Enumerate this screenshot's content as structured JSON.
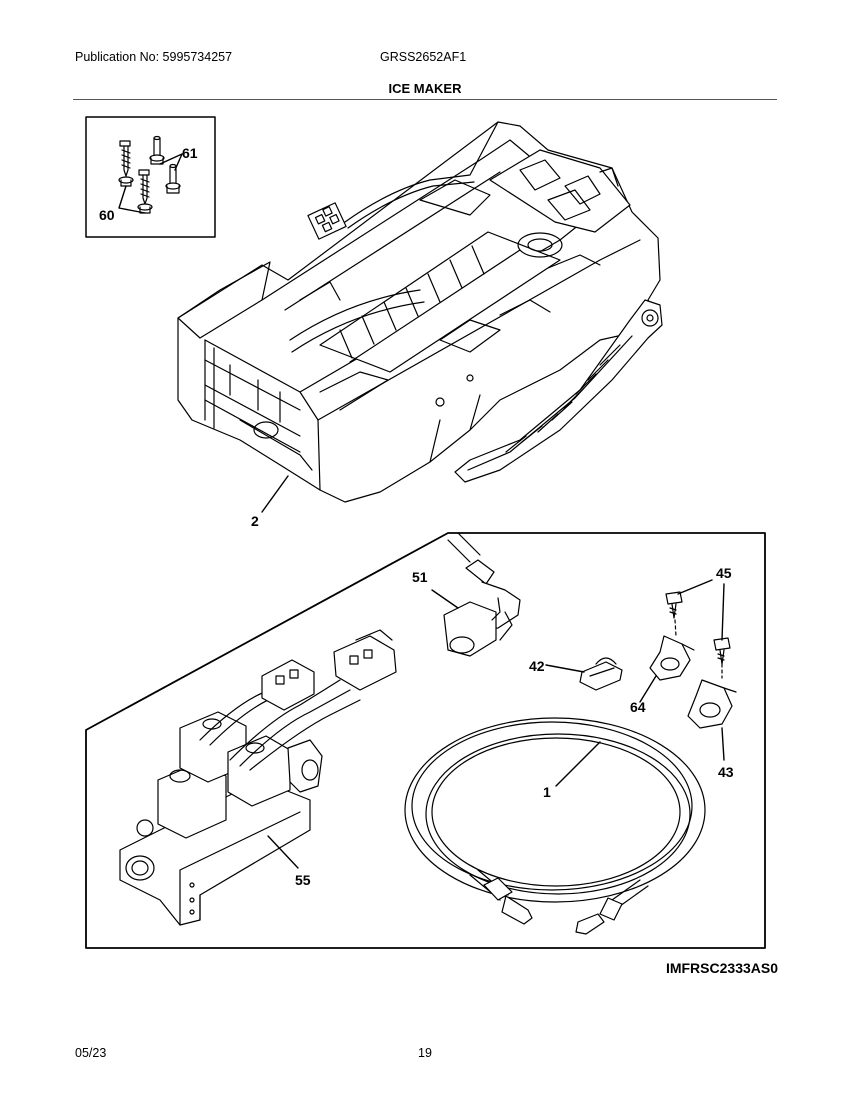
{
  "header": {
    "publication": "Publication No: 5995734257",
    "model": "GRSS2652AF1",
    "title": "ICE MAKER"
  },
  "parts": {
    "p60": "60",
    "p61": "61",
    "p2": "2",
    "p51": "51",
    "p45": "45",
    "p42": "42",
    "p64": "64",
    "p43": "43",
    "p1": "1",
    "p55": "55"
  },
  "footer": {
    "illustration_code": "IMFRSC2333AS0",
    "date": "05/23",
    "page_number": "19"
  }
}
